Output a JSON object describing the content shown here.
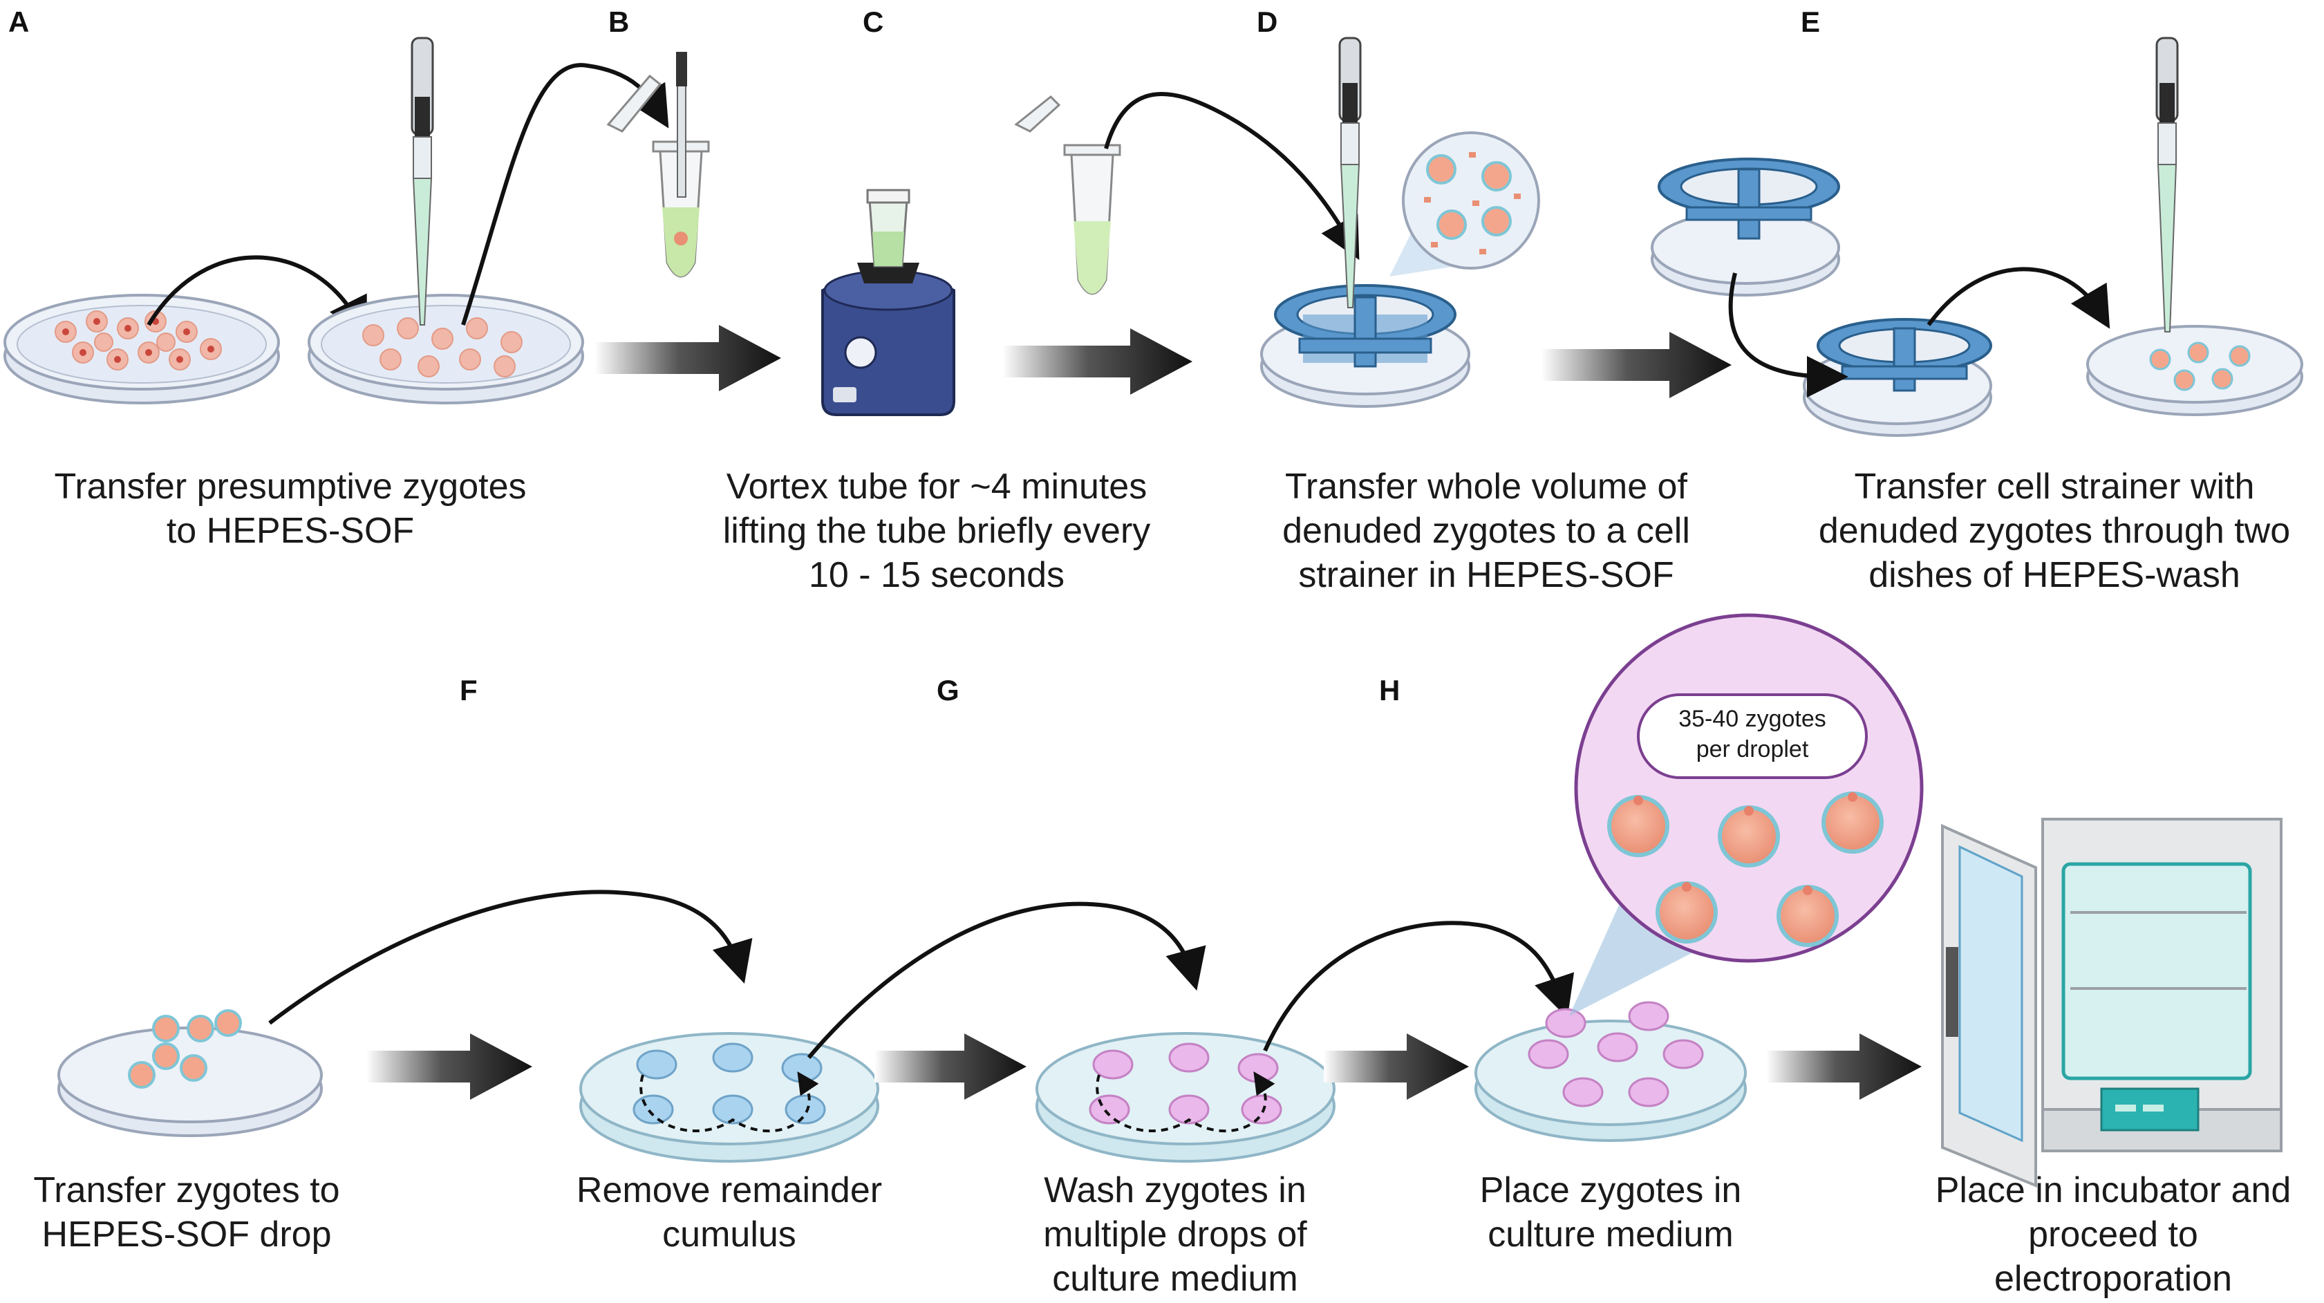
{
  "panels": {
    "A": {
      "letter": "A",
      "caption": [
        "Transfer presumptive zygotes",
        "to HEPES-SOF"
      ]
    },
    "B": {
      "letter": "B"
    },
    "C": {
      "letter": "C",
      "caption": [
        "Vortex tube for ~4 minutes",
        "lifting the tube briefly every",
        "10 - 15 seconds"
      ]
    },
    "D": {
      "letter": "D",
      "caption": [
        "Transfer whole volume of",
        "denuded zygotes to a cell",
        "strainer in HEPES-SOF"
      ]
    },
    "E": {
      "letter": "E",
      "caption": [
        "Transfer cell strainer with",
        "denuded zygotes through two",
        "dishes of HEPES-wash"
      ]
    },
    "F": {
      "letter": "F",
      "caption": [
        "Transfer zygotes  to",
        "HEPES-SOF drop"
      ]
    },
    "G": {
      "letter": "G",
      "caption": [
        "Remove remainder",
        "cumulus"
      ]
    },
    "H": {
      "letter": "H",
      "caption": [
        "Wash zygotes in",
        "multiple drops of",
        "culture medium"
      ]
    },
    "I": {
      "caption": [
        "Place zygotes in",
        "culture medium"
      ]
    },
    "J": {
      "caption": [
        "Place in incubator and",
        "proceed to",
        "electroporation"
      ]
    }
  },
  "callout": {
    "lines": [
      "35-40 zygotes",
      "per droplet"
    ]
  },
  "colors": {
    "dish_fill": "#e6ecf5",
    "dish_stroke": "#9aa5b8",
    "zygote_fill": "#f4a68c",
    "zona": "#7ec6d6",
    "strainer": "#4f8cc0",
    "drop_blue": "#a9d3ef",
    "drop_pink": "#eab8ea",
    "arrow": "#1a1a1a",
    "callout_bg": "#f3d8f3",
    "callout_border": "#7b3f90",
    "incubator_body": "#e6e8ea",
    "incubator_panel": "#2bb3b1"
  }
}
